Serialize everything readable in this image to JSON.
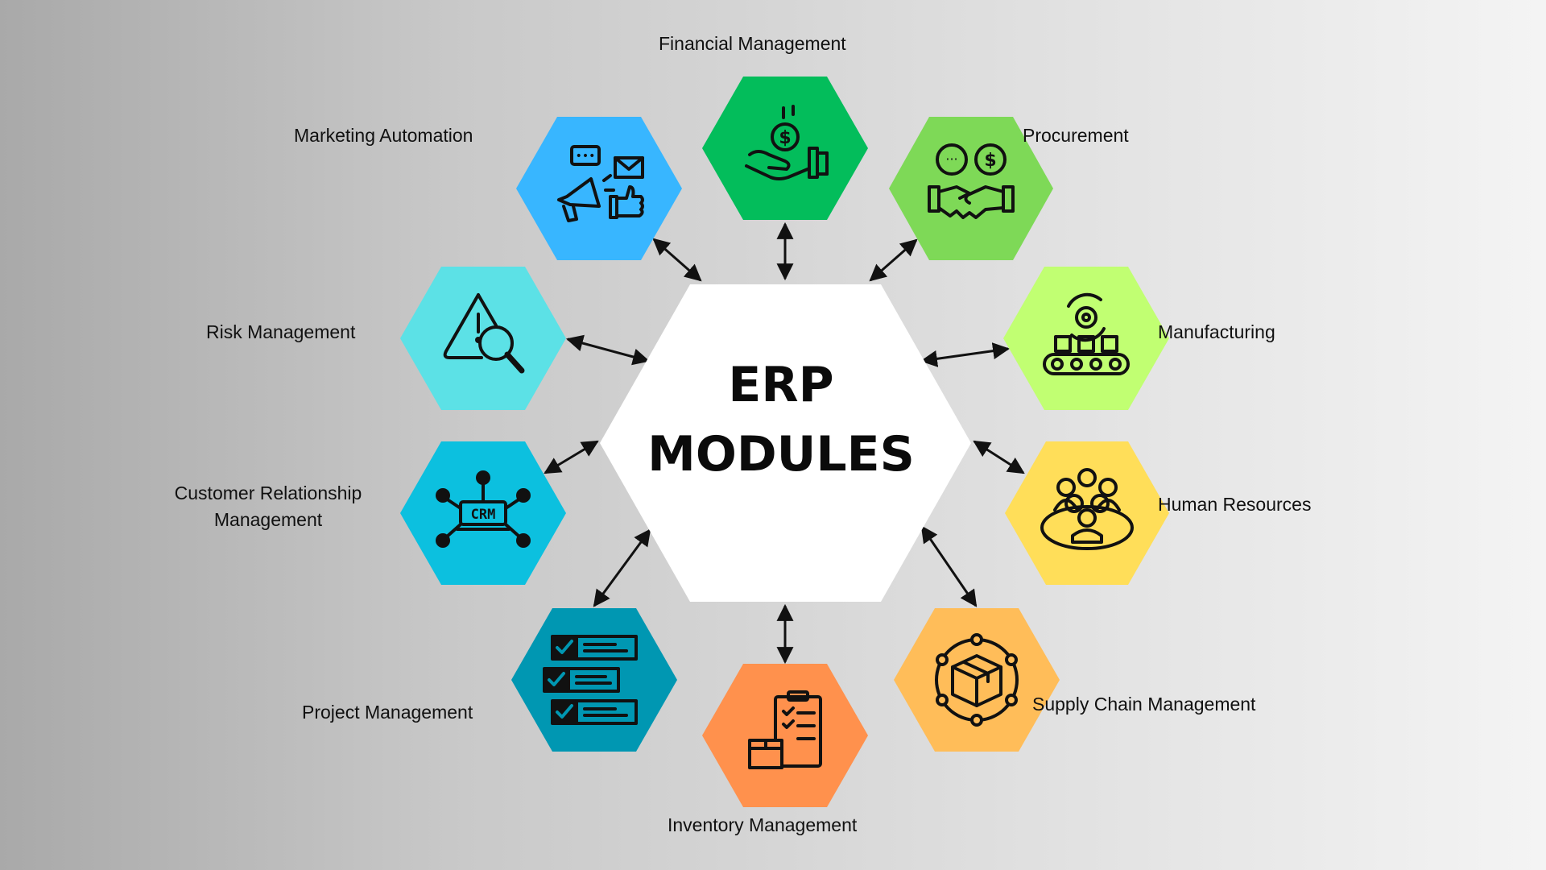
{
  "center": {
    "title_line1": "ERP",
    "title_line2": "MODULES"
  },
  "modules": [
    {
      "id": "financial",
      "label": "Financial Management",
      "color": "#03bd5b",
      "icon": "money-hand-icon"
    },
    {
      "id": "procurement",
      "label": "Procurement",
      "color": "#7ed957",
      "icon": "handshake-icon"
    },
    {
      "id": "manufacturing",
      "label": "Manufacturing",
      "color": "#c1ff72",
      "icon": "conveyor-gear-icon"
    },
    {
      "id": "hr",
      "label": "Human Resources",
      "color": "#ffde59",
      "icon": "team-icon"
    },
    {
      "id": "supply",
      "label": "Supply Chain Management",
      "color": "#ffbd59",
      "icon": "package-network-icon"
    },
    {
      "id": "inventory",
      "label": "Inventory Management",
      "color": "#ff914d",
      "icon": "clipboard-box-icon"
    },
    {
      "id": "project",
      "label": "Project Management",
      "color": "#0097b2",
      "icon": "checklist-icon"
    },
    {
      "id": "crm",
      "label_lines": [
        "Customer Relationship",
        "Management"
      ],
      "color": "#0cc0df",
      "icon": "crm-network-icon"
    },
    {
      "id": "risk",
      "label": "Risk Management",
      "color": "#5ce1e6",
      "icon": "warning-search-icon"
    },
    {
      "id": "marketing",
      "label": "Marketing Automation",
      "color": "#38b6ff",
      "icon": "megaphone-icon"
    }
  ]
}
